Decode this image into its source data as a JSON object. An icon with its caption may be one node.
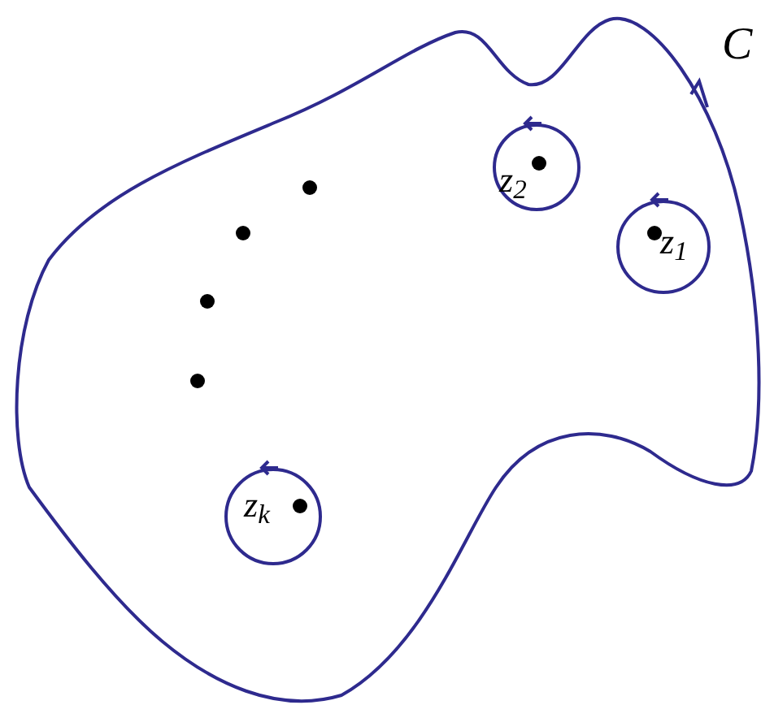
{
  "diagram": {
    "nodes": [
      {
        "text": [
          "C"
        ]
      },
      {
        "text": [
          "z$_{2}$"
        ],
        "in": 0
      },
      {
        "text": [
          "z$_{1}$"
        ],
        "in": 0
      },
      {
        "text": [
          "z$_{k}$"
        ],
        "in": 0
      }
    ]
  }
}
